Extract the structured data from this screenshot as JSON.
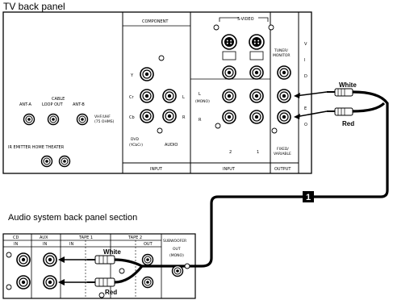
{
  "titles": {
    "tv": "TV back panel",
    "audio": "Audio system back panel section"
  },
  "tv_panel": {
    "component": "COMPONENT",
    "input_left": "INPUT",
    "input_mid": "INPUT",
    "output": "OUTPUT",
    "svideo": "S-VIDEO",
    "y": "Y",
    "cr": "Cr",
    "cb": "Cb",
    "l": "L",
    "r": "R",
    "dvd_line1": "DVD",
    "dvd_line2": "(YCbCr)",
    "audio": "AUDIO",
    "l_mono_1": "L",
    "l_mono_2": "(MONO)",
    "r_mid": "R",
    "num2": "2",
    "num1": "1",
    "tuner_1": "TUNER/",
    "tuner_2": "MONITOR",
    "fixed_1": "FIXED/",
    "fixed_2": "VARIABLE",
    "video_letters": [
      "V",
      "I",
      "D",
      "E",
      "O"
    ],
    "cable_1": "CABLE",
    "cable_2": "LOOP OUT",
    "ant_a": "ANT-A",
    "ant_b": "ANT-B",
    "vhf_1": "VHF/UHF",
    "vhf_2": "(75 OHMS)",
    "ir_emitter": "IR EMITTER HOME THEATER"
  },
  "audio_panel": {
    "cd": "CD",
    "aux": "AUX",
    "tape1": "TAPE 1",
    "tape2": "TAPE 2",
    "in1": "IN",
    "in2": "IN",
    "in3": "IN",
    "out": "OUT",
    "subwoofer_1": "SUBWOOFER",
    "subwoofer_2": "OUT",
    "subwoofer_3": "(MONO)"
  },
  "cable": {
    "white_top": "White",
    "red_top": "Red",
    "white_bottom": "White",
    "red_bottom": "Red",
    "step_number": "1"
  }
}
